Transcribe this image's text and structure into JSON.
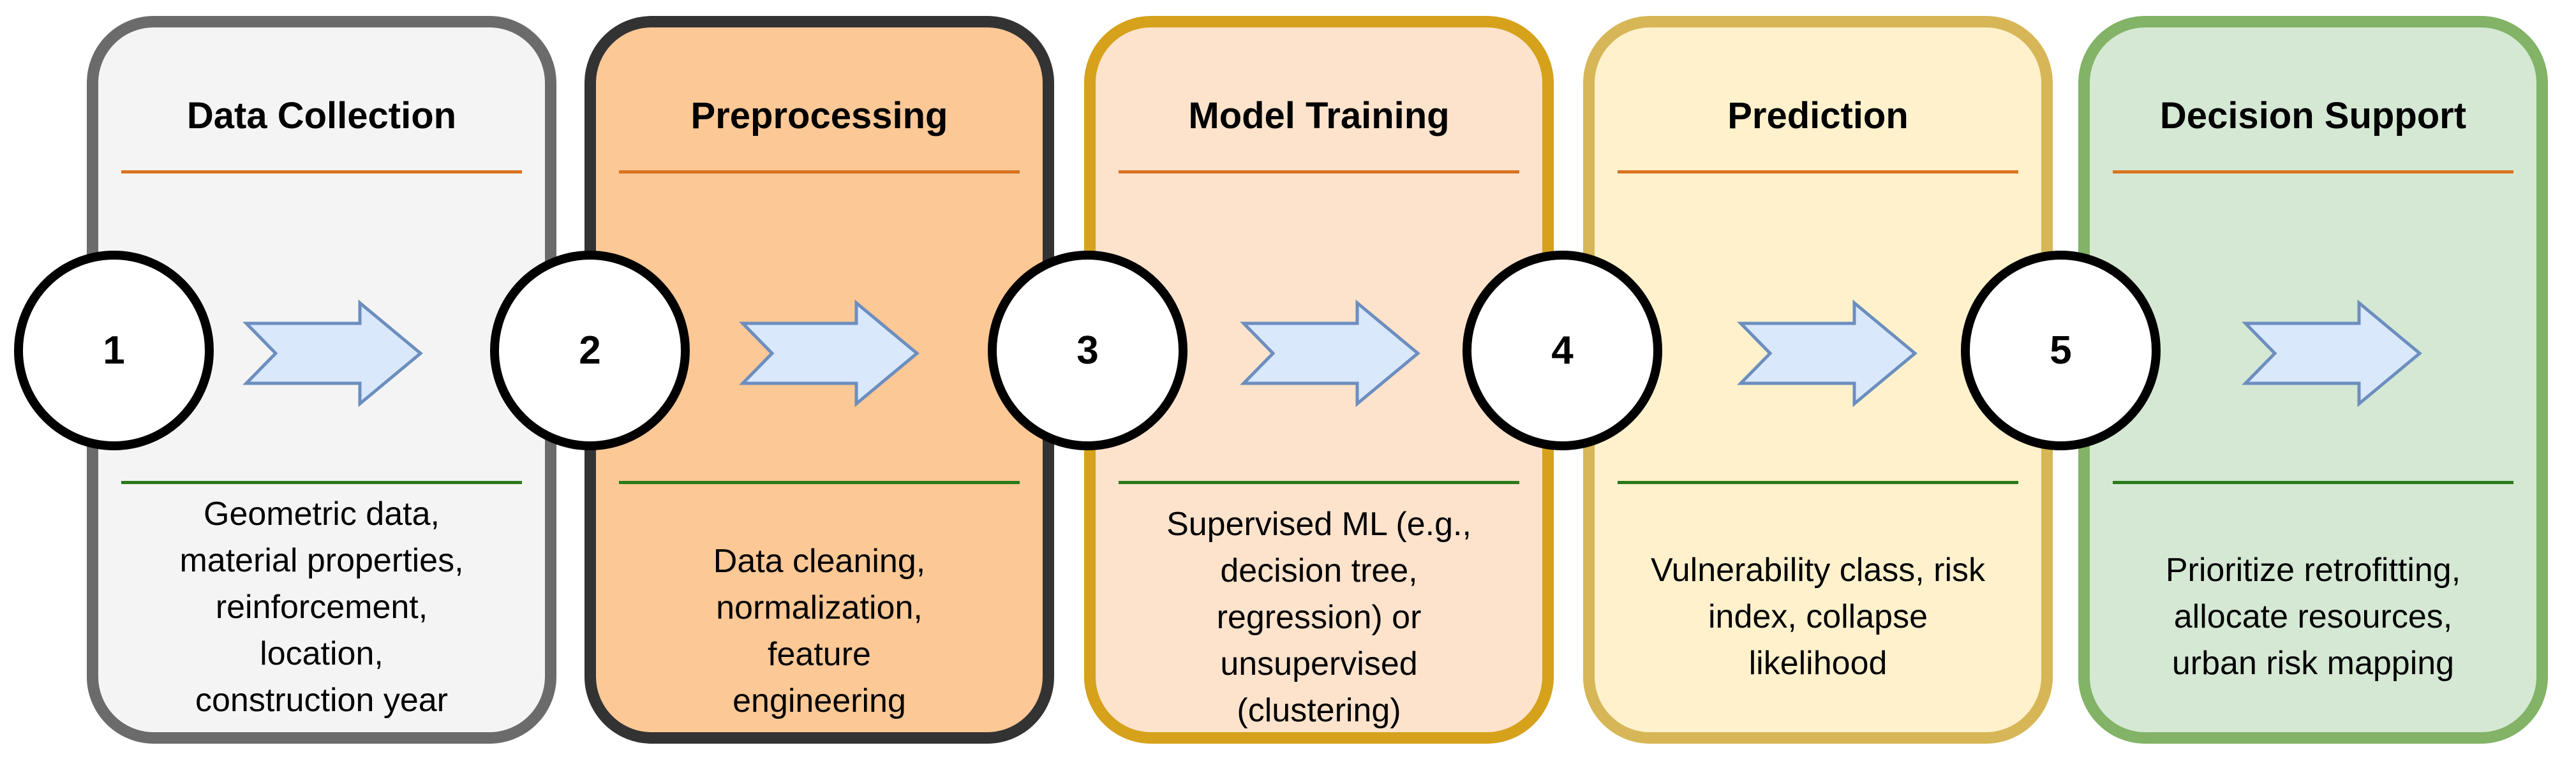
{
  "steps": [
    {
      "number": "1",
      "title": "Data Collection",
      "description": "Geometric data,\nmaterial properties,\nreinforcement,\nlocation,\nconstruction year",
      "colors": {
        "fill": "#f4f4f4",
        "border": "#6b6b6b"
      }
    },
    {
      "number": "2",
      "title": "Preprocessing",
      "description": "Data cleaning,\nnormalization,\nfeature\nengineering",
      "colors": {
        "fill": "#fbc896",
        "border": "#333333"
      }
    },
    {
      "number": "3",
      "title": "Model Training",
      "description": "Supervised ML (e.g.,\ndecision tree,\nregression) or\nunsupervised\n(clustering)",
      "colors": {
        "fill": "#fde3cc",
        "border": "#d6a11b"
      }
    },
    {
      "number": "4",
      "title": "Prediction",
      "description": "Vulnerability class, risk\nindex, collapse\nlikelihood",
      "colors": {
        "fill": "#fff1cc",
        "border": "#d6b656"
      }
    },
    {
      "number": "5",
      "title": "Decision Support",
      "description": "Prioritize retrofitting,\nallocate resources,\nurban risk mapping",
      "colors": {
        "fill": "#d5e8d4",
        "border": "#82b366"
      }
    }
  ],
  "colors": {
    "title_rule": "#d9731f",
    "body_rule": "#2a7a1a",
    "arrow_fill": "#dae8fc",
    "arrow_stroke": "#6c8ebf",
    "circle_border": "#000000"
  },
  "icons": {
    "step_marker": "numbered-circle",
    "flow": "right-arrow-icon"
  }
}
